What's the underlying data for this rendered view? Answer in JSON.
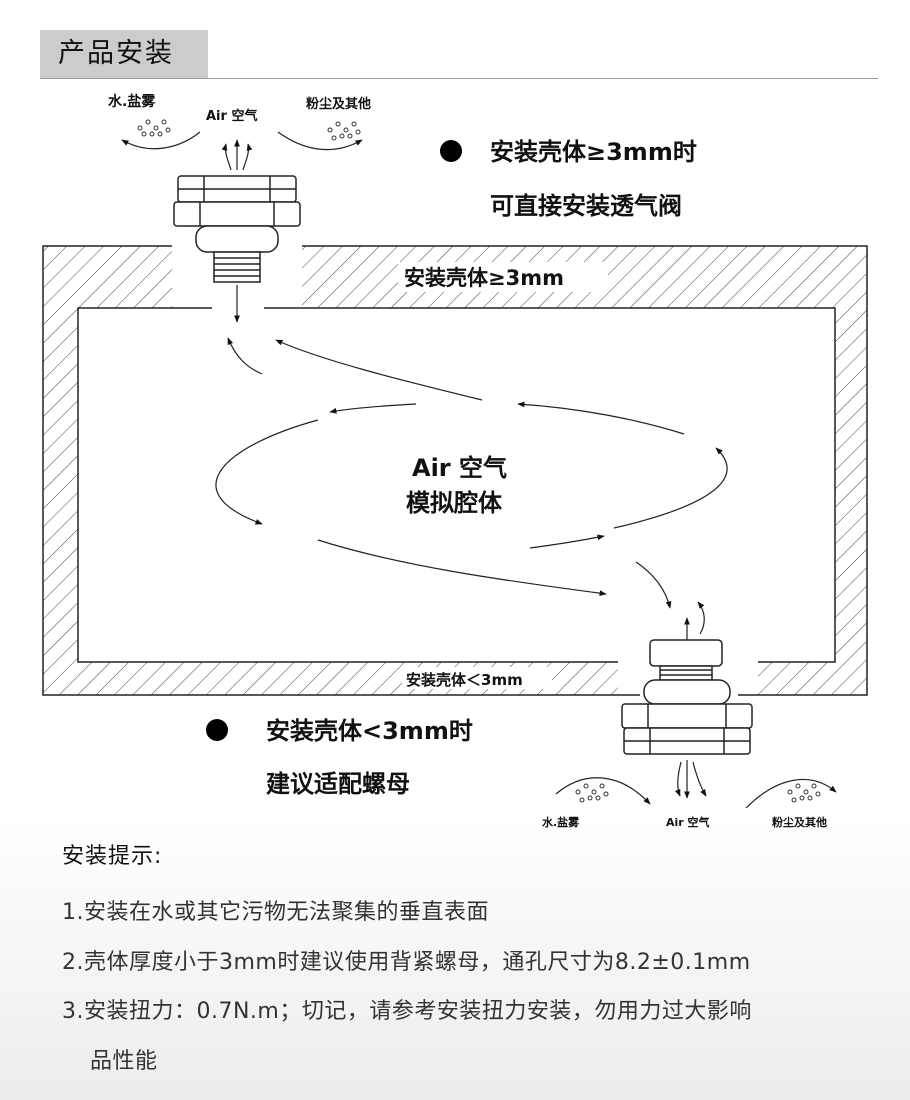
{
  "header": {
    "title": "产品安装"
  },
  "diagram": {
    "top_water_label": "水.盐雾",
    "top_air_label": "Air 空气",
    "top_dust_label": "粉尘及其他",
    "note_thick_line1": "安装壳体≥3mm时",
    "note_thick_line2": "可直接安装透气阀",
    "wall_thick_label": "安装壳体≥3mm",
    "cavity_line1": "Air 空气",
    "cavity_line2": "模拟腔体",
    "wall_thin_label": "安装壳体＜3mm",
    "note_thin_line1": "安装壳体<3mm时",
    "note_thin_line2": "建议适配螺母",
    "bottom_water_label": "水.盐雾",
    "bottom_air_label": "Air 空气",
    "bottom_dust_label": "粉尘及其他"
  },
  "tips": {
    "title": "安装提示:",
    "items": [
      "1.安装在水或其它污物无法聚集的垂直表面",
      "2.壳体厚度小于3mm时建议使用背紧螺母，通孔尺寸为8.2±0.1mm",
      "3.安装扭力：0.7N.m；切记，请参考安装扭力安装，勿用力过大影响",
      "品性能"
    ]
  }
}
